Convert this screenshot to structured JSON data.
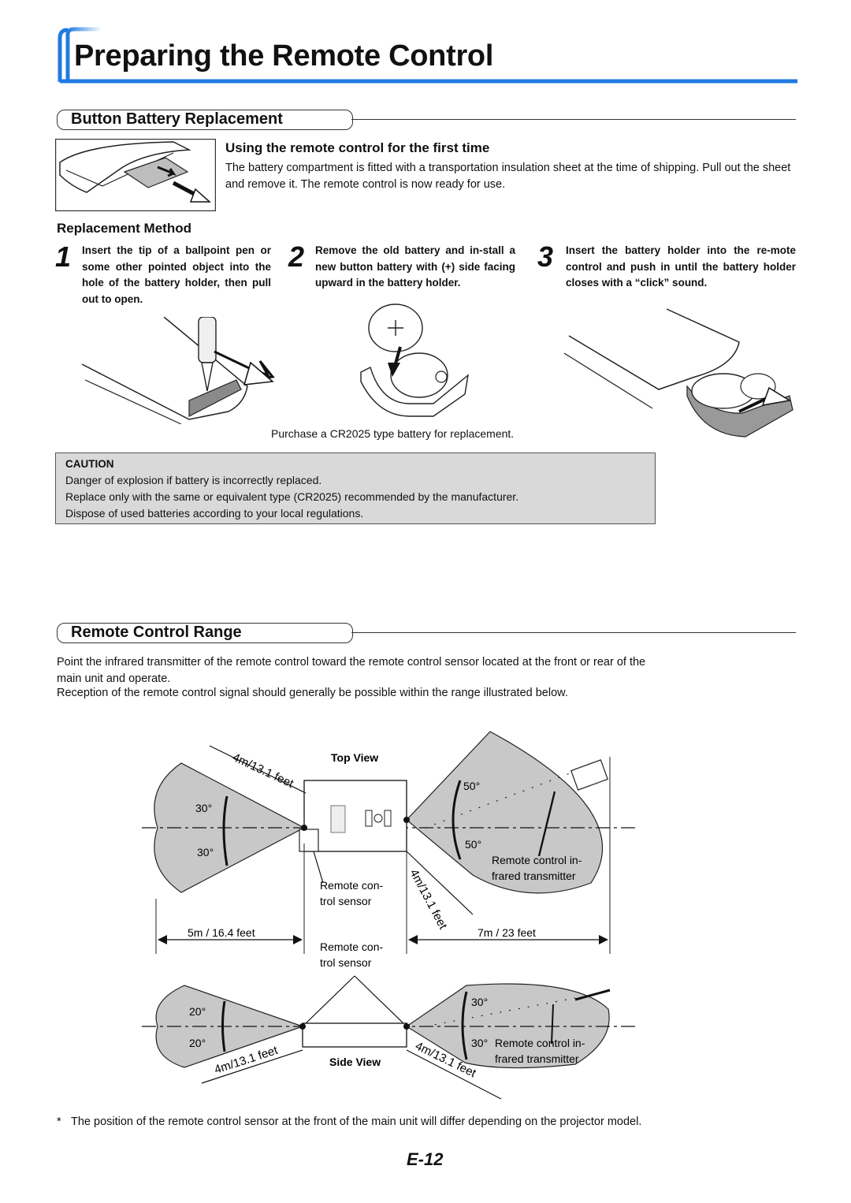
{
  "page": {
    "title": "Preparing the Remote Control",
    "page_number": "E-12"
  },
  "battery_section": {
    "heading": "Button Battery Replacement",
    "first_time": {
      "heading": "Using the remote control for the first time",
      "text": "The battery compartment is fitted with a transportation insulation sheet at the time of shipping. Pull out the sheet and remove it. The remote control is now ready for use."
    },
    "method": {
      "heading": "Replacement Method",
      "steps": [
        {
          "number": "1",
          "text": "Insert the tip of a ballpoint pen or some other pointed object into the hole of the battery holder, then pull out to open."
        },
        {
          "number": "2",
          "text": "Remove the old battery and in-stall a new button battery with (+) side facing upward in the battery holder."
        },
        {
          "number": "3",
          "text": "Insert the battery holder into the re-mote control and push in until the battery holder closes with a “click” sound."
        }
      ],
      "purchase_note": "Purchase a CR2025 type battery for replacement."
    },
    "caution": {
      "label": "CAUTION",
      "lines": [
        "Danger of explosion if battery is incorrectly replaced.",
        "Replace only with the same or equivalent type (CR2025) recommended by the manufacturer.",
        "Dispose of used batteries according to your local regulations."
      ]
    }
  },
  "range_section": {
    "heading": "Remote Control Range",
    "paragraph1": "Point the infrared transmitter of the remote control toward the remote control sensor located at the front or rear of the main unit and operate.",
    "paragraph2": "Reception of the remote control signal should generally be possible within the range illustrated below.",
    "diagram": {
      "top_view_label": "Top View",
      "side_view_label": "Side View",
      "distance_4m": "4m/13.1 feet",
      "distance_5m": "5m / 16.4 feet",
      "distance_7m": "7m / 23 feet",
      "angle_30": "30°",
      "angle_50": "50°",
      "angle_20": "20°",
      "sensor_label": [
        "Remote con-",
        "trol sensor"
      ],
      "transmitter_label": [
        "Remote control in-",
        "frared transmitter"
      ]
    },
    "footnote_mark": "*",
    "footnote": "The position of the remote control sensor at the front of the main unit will differ depending on the projector model."
  },
  "colors": {
    "accent_blue": "#1f7ae0",
    "shade_gray": "#c8c8c8",
    "caution_bg": "#d9d9d9"
  }
}
